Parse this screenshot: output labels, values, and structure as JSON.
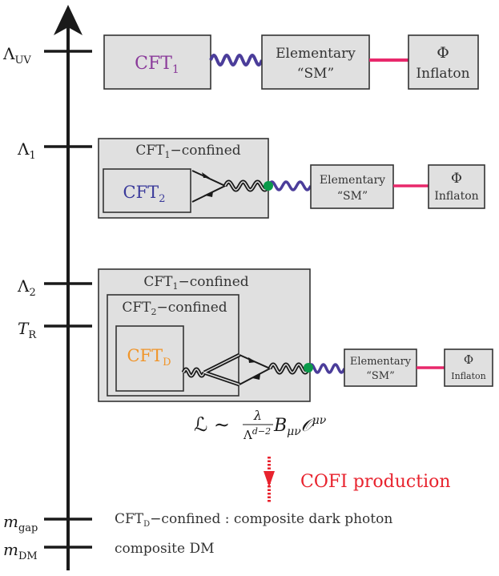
{
  "axis": {
    "labels": [
      {
        "main": "Λ",
        "sub": "UV"
      },
      {
        "main": "Λ",
        "sub": "1"
      },
      {
        "main": "Λ",
        "sub": "2"
      },
      {
        "main": "T",
        "sub": "R"
      },
      {
        "main": "m",
        "sub": "gap"
      },
      {
        "main": "m",
        "sub": "DM"
      }
    ]
  },
  "row1": {
    "cft": "CFT",
    "cft_sub": "1",
    "sm_line1": "Elementary",
    "sm_line2": "“SM”",
    "phi": "Φ",
    "inflaton": "Inflaton"
  },
  "row2": {
    "outer_label": "CFT",
    "outer_sub": "1",
    "outer_suffix": "−confined",
    "cft": "CFT",
    "cft_sub": "2",
    "sm_line1": "Elementary",
    "sm_line2": "“SM”",
    "phi": "Φ",
    "inflaton": "Inflaton"
  },
  "row3": {
    "outer_label": "CFT",
    "outer_sub": "1",
    "outer_suffix": "−confined",
    "mid_label": "CFT",
    "mid_sub": "2",
    "mid_suffix": "−confined",
    "cft": "CFT",
    "cft_sub": "D",
    "sm_line1": "Elementary",
    "sm_line2": "“SM”",
    "phi": "Φ",
    "inflaton": "Inflaton"
  },
  "lagrangian": {
    "lhs": "ℒ ∼",
    "num": "λ",
    "den": "Λ",
    "den_sup": "d−2",
    "rhs": "B",
    "rhs_sub": "μν",
    "op": "𝒪",
    "op_sup": "μν"
  },
  "cofi": "COFI production",
  "bottom": {
    "gap_prefix": "CFT",
    "gap_sub": "D",
    "gap_text": "−confined :  composite dark photon",
    "dm_text": "composite DM"
  },
  "colors": {
    "purple": "#4b3d9a",
    "pink": "#e8286b",
    "green": "#0a9a4a",
    "red": "#e8232e",
    "orange": "#f0952a",
    "cft1": "#8a3a9a",
    "cft2": "#3a3a9a"
  }
}
